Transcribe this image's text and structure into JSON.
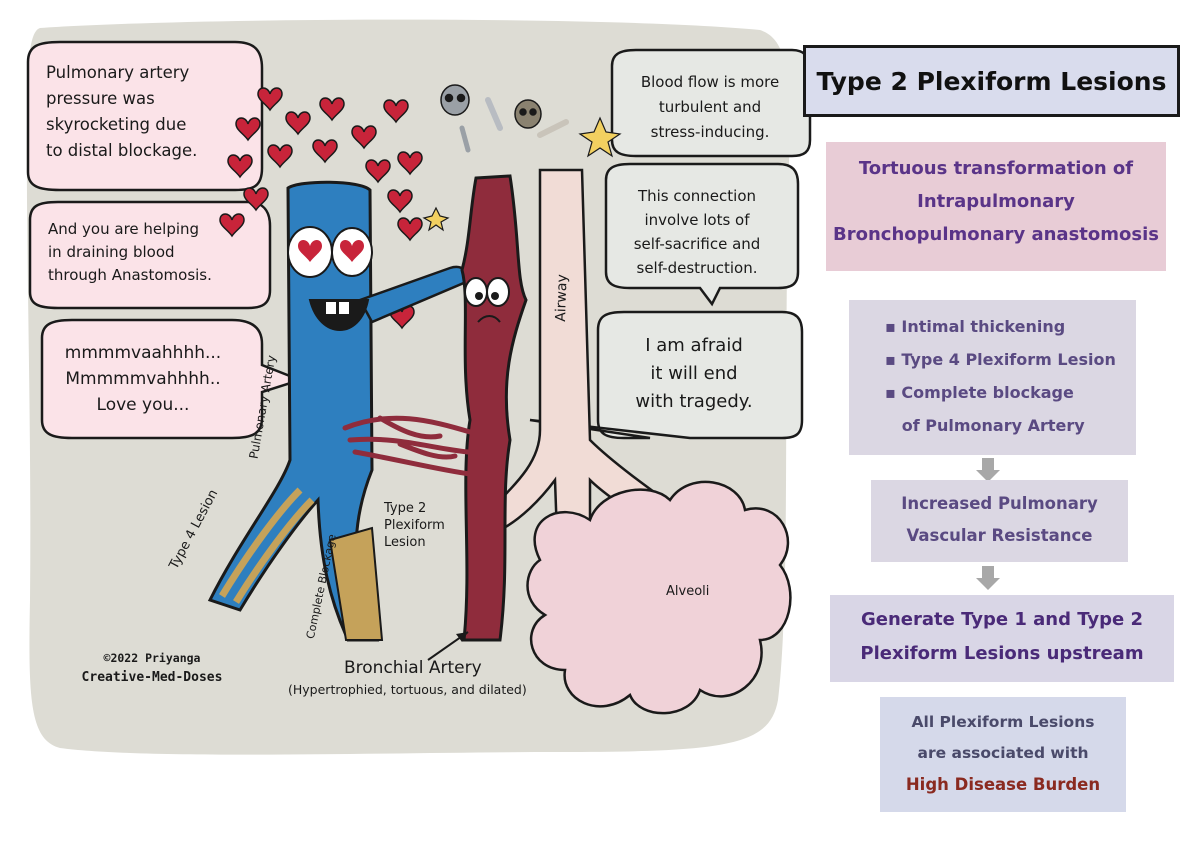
{
  "colors": {
    "background_blob": "#dddcd4",
    "bubble_pink": "#fbe3e8",
    "bubble_grey": "#e6e8e4",
    "pulmonary_artery": "#2e7fbf",
    "bronchial_artery": "#8f2c3c",
    "airway": "#f1dcd6",
    "alveoli": "#f0d2d8",
    "lesion_gold": "#c5a25a",
    "heart_red": "#c8243a",
    "title_box": "#d9dced",
    "panel_pink": "#e8ccd6",
    "panel_lavender": "#dbd7e3",
    "panel_blue": "#d5d9ea",
    "arrow_grey": "#a8a8a8"
  },
  "left_bubbles": {
    "pressure": [
      "Pulmonary artery",
      "pressure was",
      "skyrocketing due",
      "to distal blockage."
    ],
    "draining": [
      "And you are helping",
      "in draining blood",
      "through Anastomosis."
    ],
    "love": [
      "mmmmvaahhhh...",
      "Mmmmmvahhhh..",
      "Love you..."
    ]
  },
  "right_bubbles": {
    "turbulent": [
      "Blood flow is more",
      "turbulent and",
      "stress-inducing."
    ],
    "sacrifice": [
      "This connection",
      "involve lots of",
      "self-sacrifice and",
      "self-destruction."
    ],
    "afraid": [
      "I am afraid",
      "it will end",
      "with tragedy."
    ]
  },
  "labels": {
    "pulmonary_artery": "Pulmonary Artery",
    "type4": "Type 4 Lesion",
    "complete_blockage": "Complete Blockage",
    "type2": [
      "Type 2",
      "Plexiform",
      "Lesion"
    ],
    "airway": "Airway",
    "alveoli": "Alveoli",
    "bronchial": "Bronchial Artery",
    "bronchial_sub": "(Hypertrophied, tortuous, and dilated)"
  },
  "credit": {
    "line1": "©2022 Priyanga",
    "line2": "Creative-Med-Doses"
  },
  "panel": {
    "title": "Type 2 Plexiform Lesions",
    "box1": [
      "Tortuous transformation of",
      "Intrapulmonary",
      "Bronchopulmonary anastomosis"
    ],
    "box2": [
      "▪ Intimal thickening",
      "▪ Type 4 Plexiform Lesion",
      "▪ Complete blockage",
      "   of Pulmonary Artery"
    ],
    "box3": [
      "Increased Pulmonary",
      "Vascular Resistance"
    ],
    "box4": [
      "Generate Type 1 and Type 2",
      "Plexiform Lesions upstream"
    ],
    "box5": [
      "All Plexiform Lesions",
      "are associated with"
    ],
    "box5_highlight": "High Disease Burden"
  }
}
